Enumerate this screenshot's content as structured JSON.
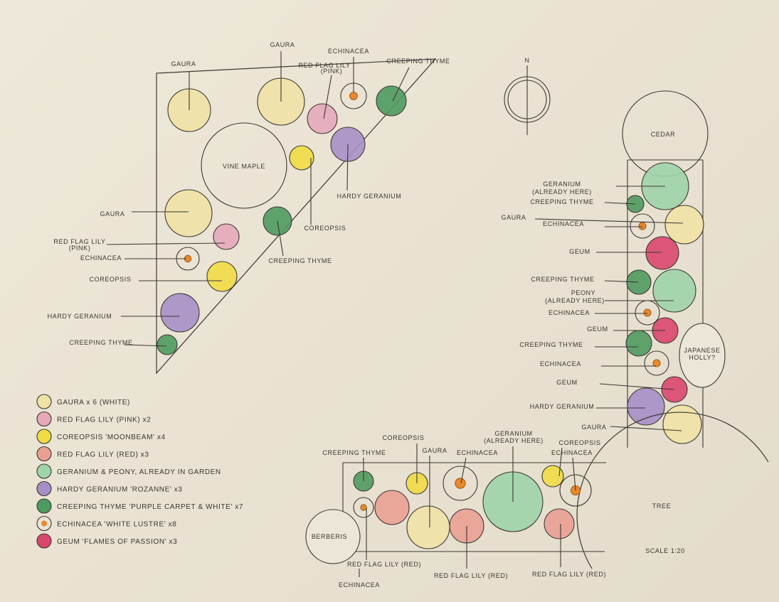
{
  "colors": {
    "paper": "#ebe4d5",
    "ink": "#3d3833",
    "gaura": "#f0e2a6",
    "lily_pink": "#e6a9bb",
    "coreopsis": "#f1dc45",
    "lily_red": "#e9a092",
    "geranium_peony": "#9fd4a9",
    "hardy_geranium": "#a68fc6",
    "creeping_thyme": "#4f9a5f",
    "echinacea_center": "#e8892c",
    "geum": "#d9476f"
  },
  "compass": {
    "label": "N"
  },
  "triangle_bed": {
    "labels": [
      "GAURA",
      "GAURA",
      "RED FLAG LILY",
      "(PINK)",
      "ECHINACEA",
      "CREEPING THYME",
      "VINE MAPLE",
      "HARDY GERANIUM",
      "COREOPSIS",
      "CREEPING THYME",
      "GAURA",
      "RED FLAG LILY",
      "(PINK)",
      "ECHINACEA",
      "COREOPSIS",
      "HARDY GERANIUM",
      "CREEPING THYME"
    ]
  },
  "right_bed": {
    "labels": [
      "CEDAR",
      "GERANIUM",
      "(ALREADY HERE)",
      "CREEPING THYME",
      "GAURA",
      "ECHINACEA",
      "GEUM",
      "CREEPING THYME",
      "PEONY",
      "(ALREADY HERE)",
      "ECHINACEA",
      "GEUM",
      "CREEPING THYME",
      "ECHINACEA",
      "GEUM",
      "HARDY GERANIUM",
      "GAURA",
      "JAPANESE",
      "HOLLY?"
    ]
  },
  "bottom_bed": {
    "labels": [
      "CREEPING THYME",
      "COREOPSIS",
      "GAURA",
      "ECHINACEA",
      "GERANIUM",
      "(ALREADY HERE)",
      "COREOPSIS",
      "ECHINACEA",
      "BERBERIS",
      "RED FLAG LILY (RED)",
      "ECHINACEA",
      "RED FLAG LILY (RED)",
      "RED FLAG LILY (RED)"
    ]
  },
  "tree": {
    "label": "TREE"
  },
  "scale": {
    "label": "SCALE 1:20"
  },
  "legend": [
    {
      "label": "GAURA x 6 (WHITE)",
      "key": "gaura"
    },
    {
      "label": "RED FLAG LILY (PINK) x2",
      "key": "lily_pink"
    },
    {
      "label": "COREOPSIS 'MOONBEAM' x4",
      "key": "coreopsis"
    },
    {
      "label": "RED FLAG LILY (RED) x3",
      "key": "lily_red"
    },
    {
      "label": "GERANIUM & PEONY, ALREADY IN GARDEN",
      "key": "geranium_peony"
    },
    {
      "label": "HARDY GERANIUM 'ROZANNE' x3",
      "key": "hardy_geranium"
    },
    {
      "label": "CREEPING THYME 'PURPLE CARPET & WHITE' x7",
      "key": "creeping_thyme"
    },
    {
      "label": "ECHINACEA 'WHITE LUSTRE' x8",
      "key": "echinacea"
    },
    {
      "label": "GEUM 'FLAMES OF PASSION' x3",
      "key": "geum"
    }
  ]
}
